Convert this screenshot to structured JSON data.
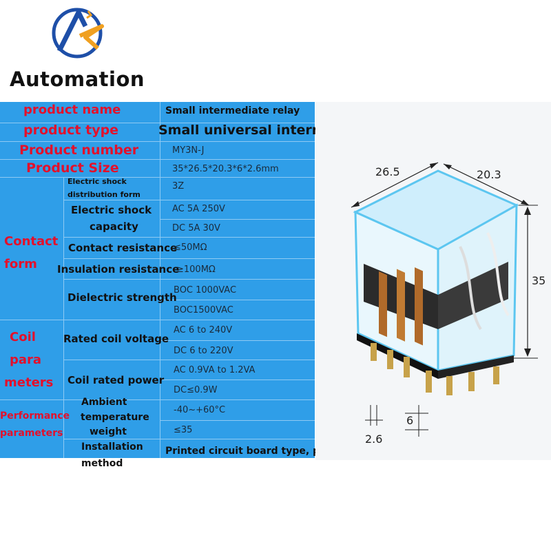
{
  "brand": {
    "name": "Automation"
  },
  "rows": {
    "product_name": {
      "label": "product name",
      "value": "Small intermediate relay"
    },
    "product_type": {
      "label": "product type",
      "value": "Small universal intermediate electromagnetic rela"
    },
    "product_number": {
      "label": "Product number",
      "value": "MY3N-J"
    },
    "product_size": {
      "label": "Product Size",
      "value": "35*26.5*20.3*6*2.6mm"
    }
  },
  "contact": {
    "group_label_1": "Contact",
    "group_label_2": "form",
    "distribution_label_1": "Electric shock",
    "distribution_label_2": "distribution form",
    "distribution_value": "3Z",
    "capacity_label_1": "Electric shock",
    "capacity_label_2": "capacity",
    "capacity_ac": "AC 5A 250V",
    "capacity_dc": "DC 5A 30V",
    "resistance_label": "Contact resistance",
    "resistance_value": "≤50MΩ",
    "insulation_label": "Insulation resistance",
    "insulation_value": "≥100MΩ",
    "dielectric_label": "Dielectric strength",
    "dielectric_1": "BOC 1000VAC",
    "dielectric_2": "BOC1500VAC"
  },
  "coil": {
    "group_label_1": "Coil",
    "group_label_2": "para",
    "group_label_3": "meters",
    "voltage_label": "Rated coil voltage",
    "voltage_ac": "AC 6 to 240V",
    "voltage_dc": "DC 6 to 220V",
    "power_label": "Coil rated power",
    "power_ac": "AC 0.9VA to 1.2VA",
    "power_dc": "DC≤0.9W"
  },
  "performance": {
    "group_label_1": "Performance",
    "group_label_2": "parameters",
    "ambient_label_1": "Ambient",
    "ambient_label_2": "temperature",
    "ambient_value": "-40~+60°C",
    "weight_label": "weight",
    "weight_value": "≤35",
    "install_label_1": "Installation",
    "install_label_2": "method",
    "install_value": "Printed circuit board type, plug-in type"
  },
  "dimensions": {
    "width": "26.5",
    "depth": "20.3",
    "height": "35",
    "pin_gap": "6",
    "pin_width": "2.6"
  },
  "colors": {
    "table_bg": "#2f9ee8",
    "label_red": "#e3102b",
    "relay_cover": "#8fd8f5"
  }
}
